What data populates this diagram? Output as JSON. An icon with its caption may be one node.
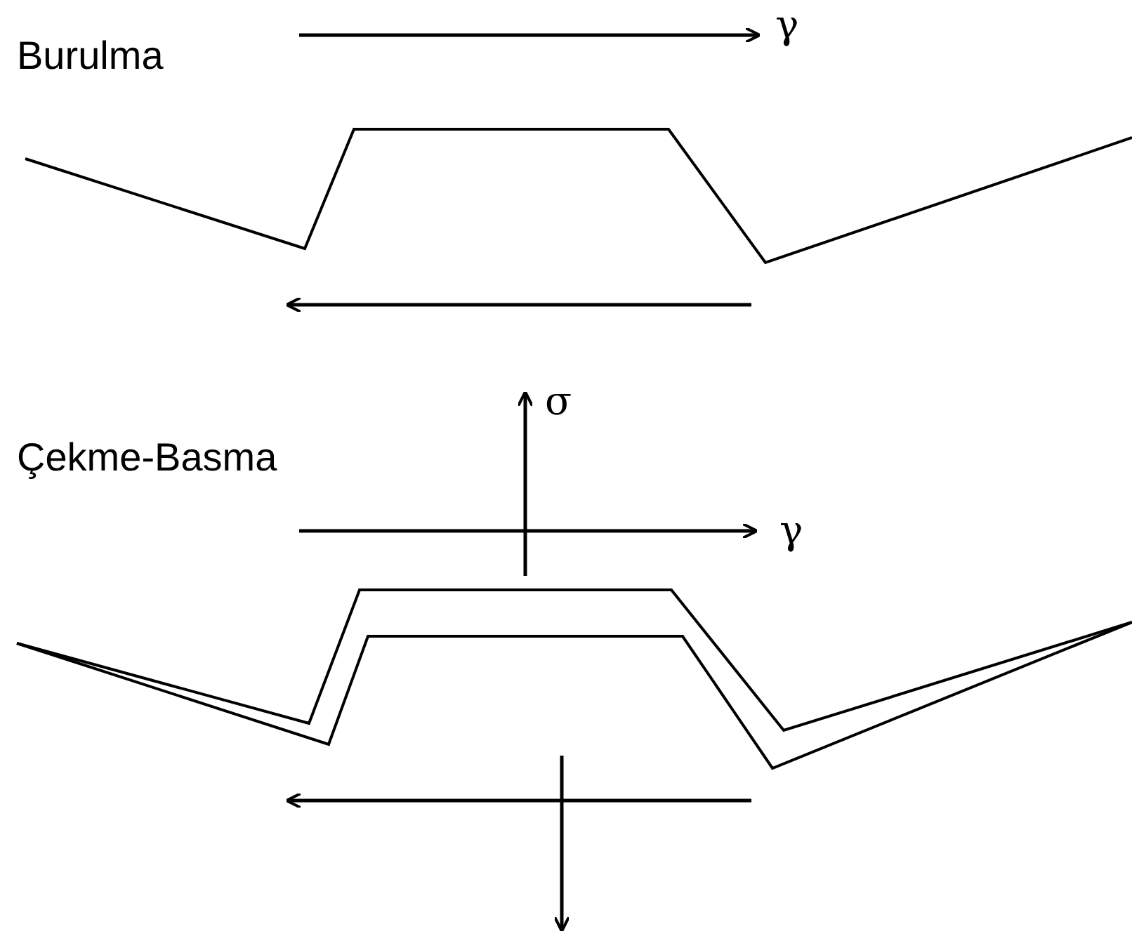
{
  "diagram": {
    "labels": [
      "Burulma",
      "γ",
      "Çekme-Basma",
      "σ",
      "γ"
    ]
  }
}
